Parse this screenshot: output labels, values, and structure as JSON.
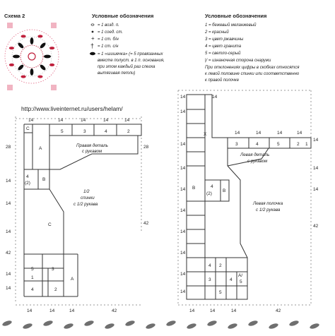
{
  "scheme_title": "Схема 2",
  "legend_left": {
    "title": "Условные обозначения",
    "items": [
      "= 1 возд. п.",
      "= 1 соед. ст.",
      "= 1 ст. б/н",
      "= 1 ст. с/н",
      "= 1 «шишечка» (= 5 провязанных",
      "вместе полуст. в 1 п. основания,",
      "при этом каждый раз слегка",
      "вытягивая петли)"
    ]
  },
  "legend_right": {
    "title": "Условные обозначения",
    "items": [
      "1 = бежевый меланжевый",
      "2 = красный",
      "3 = цвет ржавчины",
      "4 = цвет гранита",
      "5 = светло-серый",
      "|/ = изнаночная сторона снаружи",
      "При отклонениях цифры в скобках относятся",
      "к левой половине спинки или соответственно",
      "к правой полочке"
    ]
  },
  "url": "http://www.liveinternet.ru/users/helam/",
  "left_diagram": {
    "top_nums": [
      "14",
      "14",
      "14",
      "14",
      "14"
    ],
    "sleeve_cells": [
      "5",
      "3",
      "4",
      "2"
    ],
    "sleeve_label": [
      "Правая деталь",
      "с рукавом"
    ],
    "cells": {
      "c": "C",
      "a": "A",
      "four": "4",
      "four_paren": "(2)",
      "b": "B",
      "c_mid": "C",
      "bot_5": "5",
      "bot_3": "3",
      "bot_1": "1",
      "bot_4": "4",
      "bot_2": "2",
      "bot_a": "A"
    },
    "center_label": [
      "1/2",
      "спинки",
      "с 1/2 рукава"
    ],
    "left_nums": [
      "28",
      "14",
      "14",
      "14",
      "42",
      "14",
      "14"
    ],
    "right_nums": [
      "28",
      "42"
    ],
    "bottom_nums": [
      "14",
      "14",
      "14",
      "42"
    ]
  },
  "right_diagram": {
    "top_nums": [
      "14",
      "14",
      "14",
      "14",
      "14",
      "14"
    ],
    "column_x": "X",
    "sleeve_cells": [
      "3",
      "4",
      "5",
      "2",
      "1"
    ],
    "sleeve_label": [
      "Левая деталь",
      "с рукавом"
    ],
    "cells": {
      "b": "B",
      "four": "4",
      "four_paren": "(2)",
      "b2": "B",
      "bot_4": "4",
      "bot_2": "2",
      "bot_3": "3",
      "bot_4b": "4",
      "bot_5": "5",
      "bot_a": "A/",
      "bot_5b": "5"
    },
    "center_label": [
      "Левая полочка",
      "с 1/2 рукава"
    ],
    "left_nums": [
      "14",
      "14",
      "14",
      "14",
      "14",
      "14",
      "14",
      "14",
      "14"
    ],
    "right_nums": [
      "14",
      "14",
      "14",
      "42"
    ],
    "bottom_nums": [
      "14",
      "14",
      "14",
      "42"
    ]
  },
  "colors": {
    "ink": "#222222",
    "motif_red": "#c0203c",
    "motif_black": "#111111",
    "motif_pink": "#e36a86"
  }
}
